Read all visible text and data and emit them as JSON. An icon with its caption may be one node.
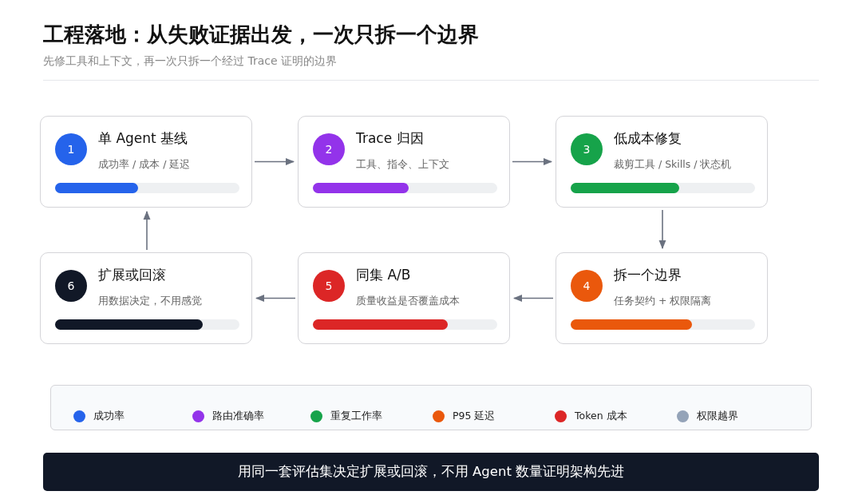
{
  "diagram": {
    "title": "工程落地：从失败证据出发，一次只拆一个边界",
    "caption": "先修工具和上下文，再一次只拆一个经过 Trace 证明的边界",
    "nodes": [
      {
        "text": [
          "1",
          "单 Agent 基线",
          "成功率 / 成本 / 延迟"
        ]
      },
      {
        "text": [
          "2",
          "Trace 归因",
          "工具、指令、上下文"
        ]
      },
      {
        "text": [
          "3",
          "低成本修复",
          "裁剪工具 / Skills / 状态机"
        ]
      },
      {
        "text": [
          "4",
          "拆一个边界",
          "任务契约 + 权限隔离"
        ]
      },
      {
        "text": [
          "5",
          "同集 A/B",
          "质量收益是否覆盖成本"
        ]
      },
      {
        "text": [
          "6",
          "扩展或回滚",
          "用数据决定，不用感觉"
        ]
      },
      {
        "text": [
          "用同一套评估集决定扩展或回滚，不用 Agent 数量证明架构先进"
        ]
      }
    ],
    "edges": [
      {
        "from": 0,
        "to": 1,
        "arrow": "to"
      },
      {
        "from": 1,
        "to": 2,
        "arrow": "to"
      },
      {
        "from": 2,
        "to": 3,
        "arrow": "to"
      },
      {
        "from": 3,
        "to": 4,
        "arrow": "to"
      },
      {
        "from": 4,
        "to": 5,
        "arrow": "to"
      },
      {
        "from": 5,
        "to": 0,
        "arrow": "to"
      }
    ],
    "legend": [
      {
        "text": "成功率",
        "color": "#2563eb"
      },
      {
        "text": "路由准确率",
        "color": "#9333ea"
      },
      {
        "text": "重复工作率",
        "color": "#16a34a"
      },
      {
        "text": "P95 延迟",
        "color": "#ea580c"
      },
      {
        "text": "Token 成本",
        "color": "#dc2626"
      },
      {
        "text": "权限越界",
        "color": "#94a3b8"
      }
    ]
  }
}
